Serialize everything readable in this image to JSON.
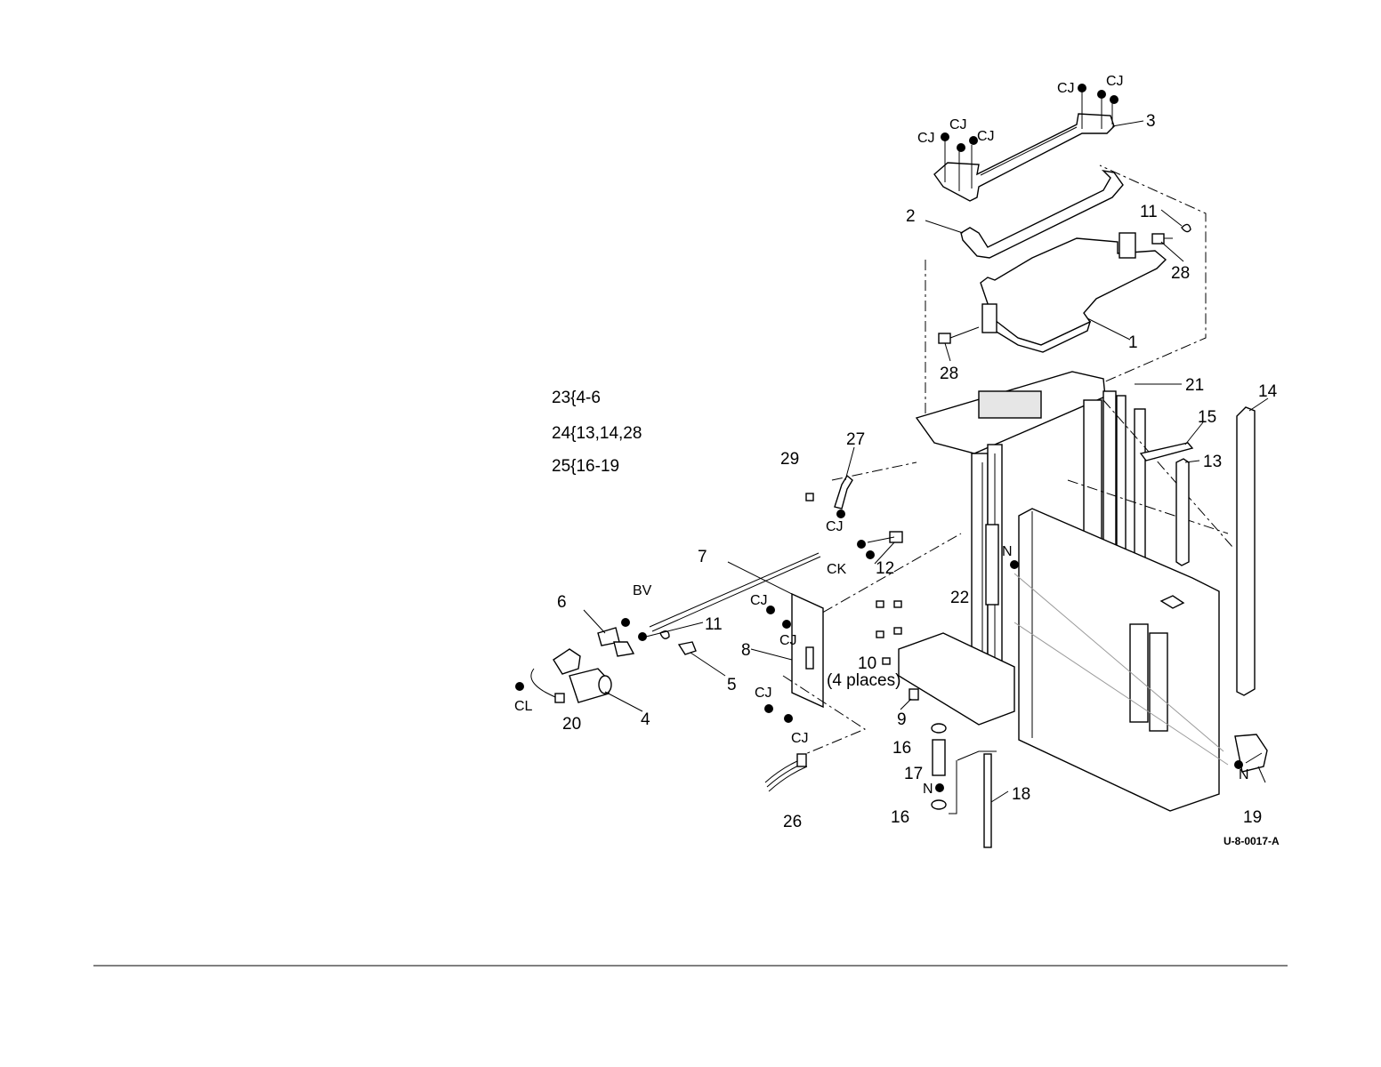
{
  "kits": [
    {
      "id": "23",
      "contents": "{4-6"
    },
    {
      "id": "24",
      "contents": "{13,14,28"
    },
    {
      "id": "25",
      "contents": "{16-19"
    }
  ],
  "callouts": {
    "p1": "1",
    "p2": "2",
    "p3": "3",
    "p4": "4",
    "p5": "5",
    "p6": "6",
    "p7": "7",
    "p8": "8",
    "p9": "9",
    "p10": "10",
    "p11a": "11",
    "p11b": "11",
    "p12": "12",
    "p13": "13",
    "p14": "14",
    "p15": "15",
    "p16a": "16",
    "p16b": "16",
    "p17": "17",
    "p18": "18",
    "p19": "19",
    "p20": "20",
    "p21": "21",
    "p22": "22",
    "p26": "26",
    "p27": "27",
    "p28a": "28",
    "p28b": "28",
    "p29": "29"
  },
  "fastener_labels": {
    "cj1": "CJ",
    "cj2": "CJ",
    "cj3": "CJ",
    "cj4": "CJ",
    "cj5": "CJ",
    "cj6": "CJ",
    "cj7": "CJ",
    "cj8": "CJ",
    "cj9": "CJ",
    "cj10": "CJ",
    "ck": "CK",
    "bv": "BV",
    "cl": "CL",
    "n1": "N",
    "n2": "N",
    "n3": "N"
  },
  "note_places": "(4 places)",
  "figure_code": "U-8-0017-A"
}
